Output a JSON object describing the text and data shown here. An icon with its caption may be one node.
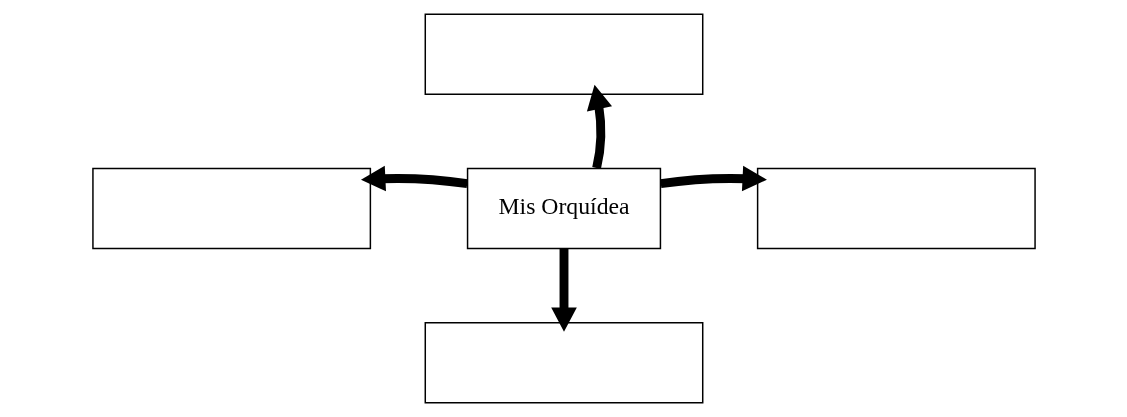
{
  "diagram": {
    "nodes": [
      {
        "text": [],
        "shape": "box"
      },
      {
        "text": [],
        "shape": "box"
      },
      {
        "text": [
          "Mis Orquídea"
        ]
      },
      {
        "text": [],
        "shape": "box"
      },
      {
        "text": [],
        "shape": "box"
      }
    ],
    "edges": [
      {
        "from": 2,
        "to": 0,
        "arrow": "to"
      },
      {
        "from": 2,
        "to": 1,
        "arrow": "to"
      },
      {
        "from": 2,
        "to": 3,
        "arrow": "to"
      },
      {
        "from": 2,
        "to": 4,
        "arrow": "to"
      }
    ]
  }
}
